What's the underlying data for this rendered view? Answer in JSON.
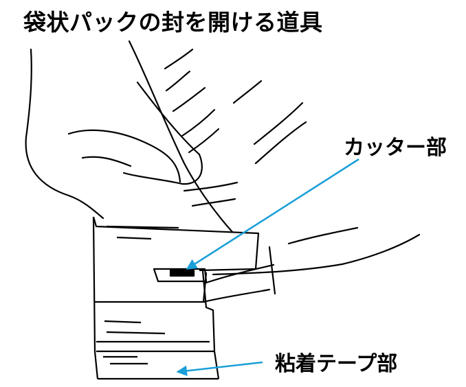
{
  "title": "袋状パックの封を開ける道具",
  "labels": {
    "cutter": "カッター部",
    "tape": "粘着テープ部"
  },
  "colors": {
    "line": "#000000",
    "arrow": "#1a9fd8"
  }
}
